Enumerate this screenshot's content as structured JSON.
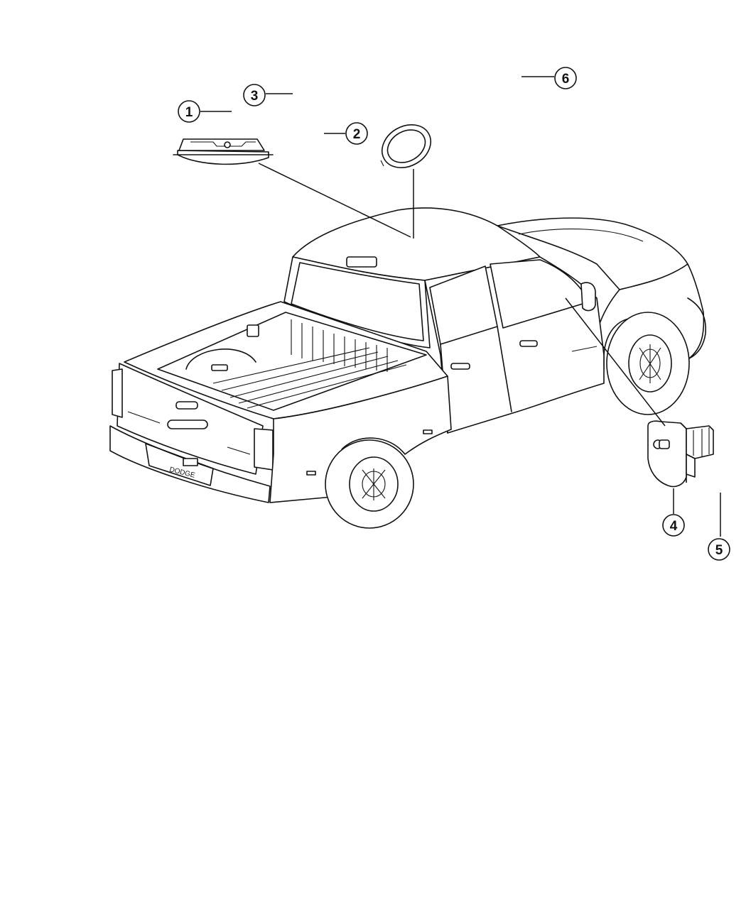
{
  "callouts": [
    {
      "id": "c1",
      "label": "1"
    },
    {
      "id": "c2",
      "label": "2"
    },
    {
      "id": "c3",
      "label": "3"
    },
    {
      "id": "c4",
      "label": "4"
    },
    {
      "id": "c5",
      "label": "5"
    },
    {
      "id": "c6",
      "label": "6"
    }
  ],
  "tailgate_text": "DODGE"
}
